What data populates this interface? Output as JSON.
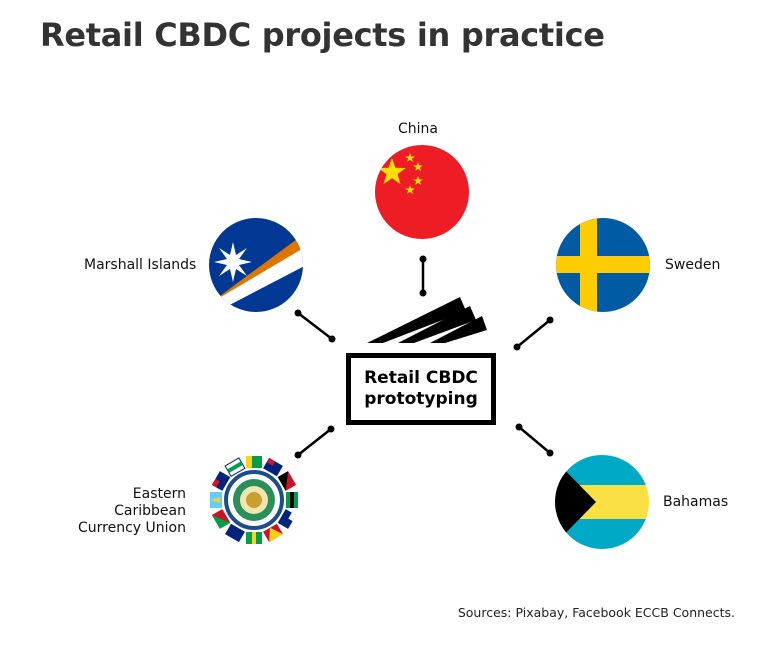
{
  "title": "Retail CBDC projects in practice",
  "center": {
    "line1": "Retail CBDC",
    "line2": "prototyping"
  },
  "nodes": {
    "china": {
      "label": "China",
      "icon": "china-flag-icon"
    },
    "sweden": {
      "label": "Sweden",
      "icon": "sweden-flag-icon"
    },
    "marshall": {
      "label": "Marshall Islands",
      "icon": "marshall-islands-flag-icon"
    },
    "bahamas": {
      "label": "Bahamas",
      "icon": "bahamas-flag-icon"
    },
    "eccu": {
      "line1": "Eastern Caribbean",
      "line2": "Currency Union",
      "icon": "eccb-seal-icon"
    }
  },
  "source": "Sources: Pixabay, Facebook ECCB Connects.",
  "colors": {
    "china_red": "#ee1c25",
    "china_yellow": "#ffde00",
    "sweden_blue": "#005ba5",
    "sweden_yellow": "#fdcc02",
    "marshall_blue": "#003893",
    "marshall_orange": "#dd7500",
    "bahamas_aqua": "#00a9c5",
    "bahamas_gold": "#fbe043"
  }
}
